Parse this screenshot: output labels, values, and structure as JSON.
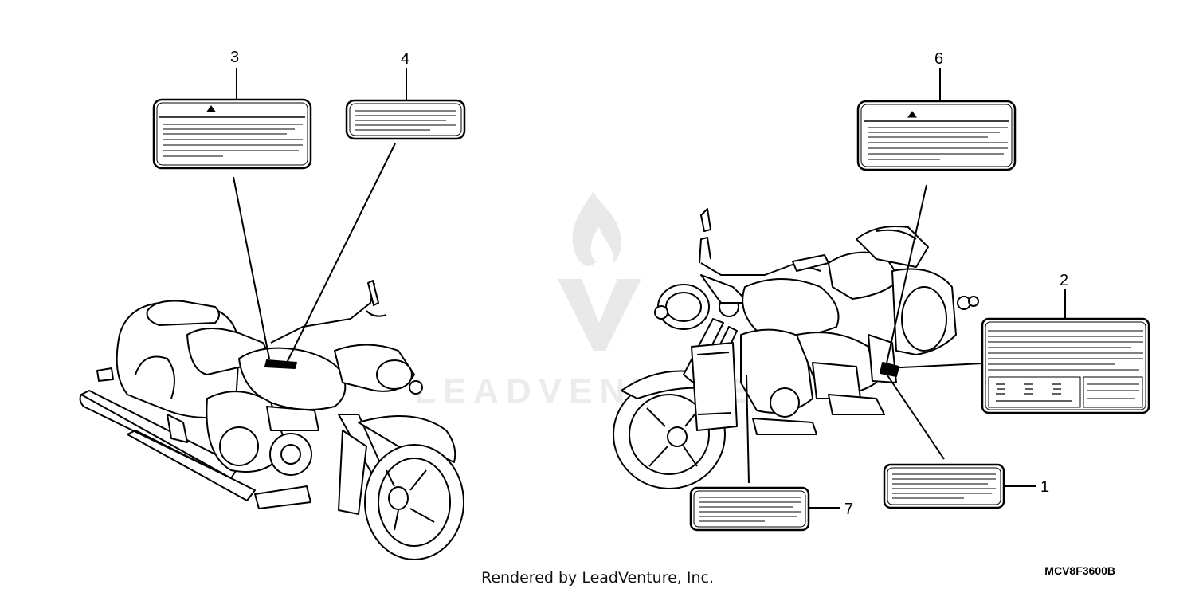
{
  "callouts": [
    {
      "id": "1",
      "label": "1"
    },
    {
      "id": "2",
      "label": "2"
    },
    {
      "id": "3",
      "label": "3"
    },
    {
      "id": "4",
      "label": "4"
    },
    {
      "id": "6",
      "label": "6"
    },
    {
      "id": "7",
      "label": "7"
    }
  ],
  "footer_text": "Rendered by LeadVenture, Inc.",
  "diagram_code": "MCV8F3600B",
  "watermark": {
    "text": "LEADVENTURE",
    "icon": "flame-v-logo"
  },
  "icons": {
    "warning": "warning-triangle-icon"
  }
}
